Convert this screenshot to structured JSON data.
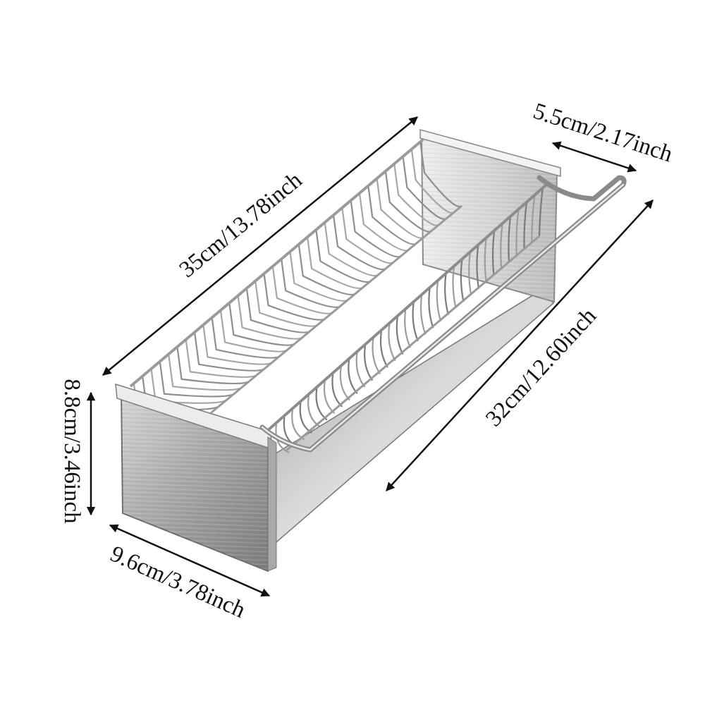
{
  "dimensions": {
    "length_total": "35cm/13.78inch",
    "length_inner": "32cm/12.60inch",
    "depth": "5.5cm/2.17inch",
    "height": "8.8cm/3.46inch",
    "width": "9.6cm/3.78inch"
  },
  "colors": {
    "arrow": "#111111",
    "steel_light": "#e6e6e6",
    "steel_mid": "#b4b4b4",
    "steel_dark": "#6f6f6f",
    "background": "#ffffff"
  }
}
